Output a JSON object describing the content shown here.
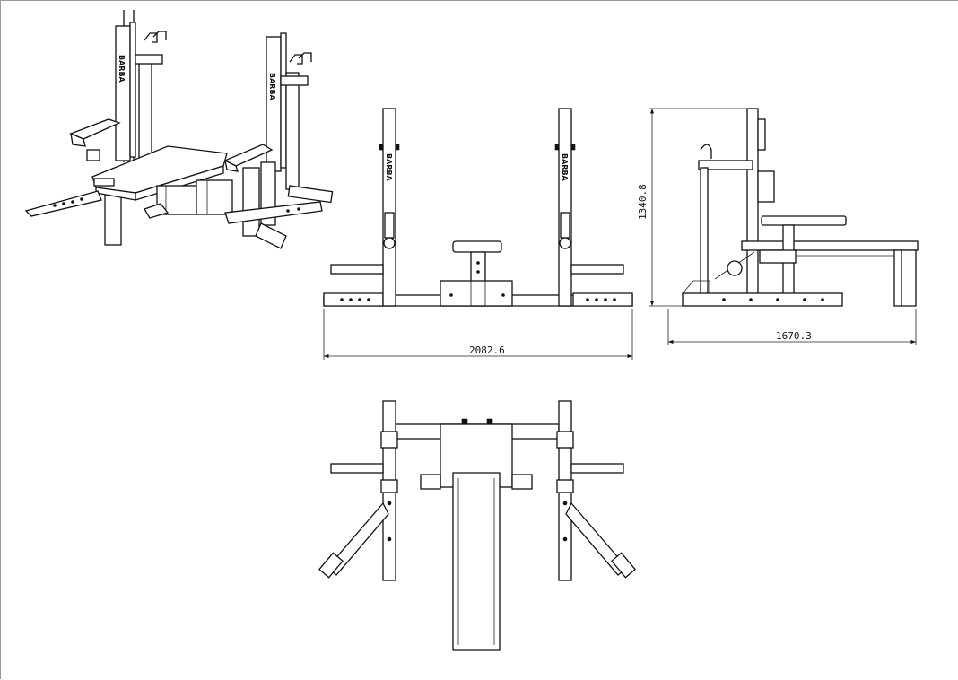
{
  "brand_mark": "BARBA",
  "dimensions": {
    "front_width": "2082.6",
    "side_height": "1340.8",
    "side_depth": "1670.3"
  },
  "views": [
    "isometric",
    "front",
    "side",
    "top"
  ]
}
